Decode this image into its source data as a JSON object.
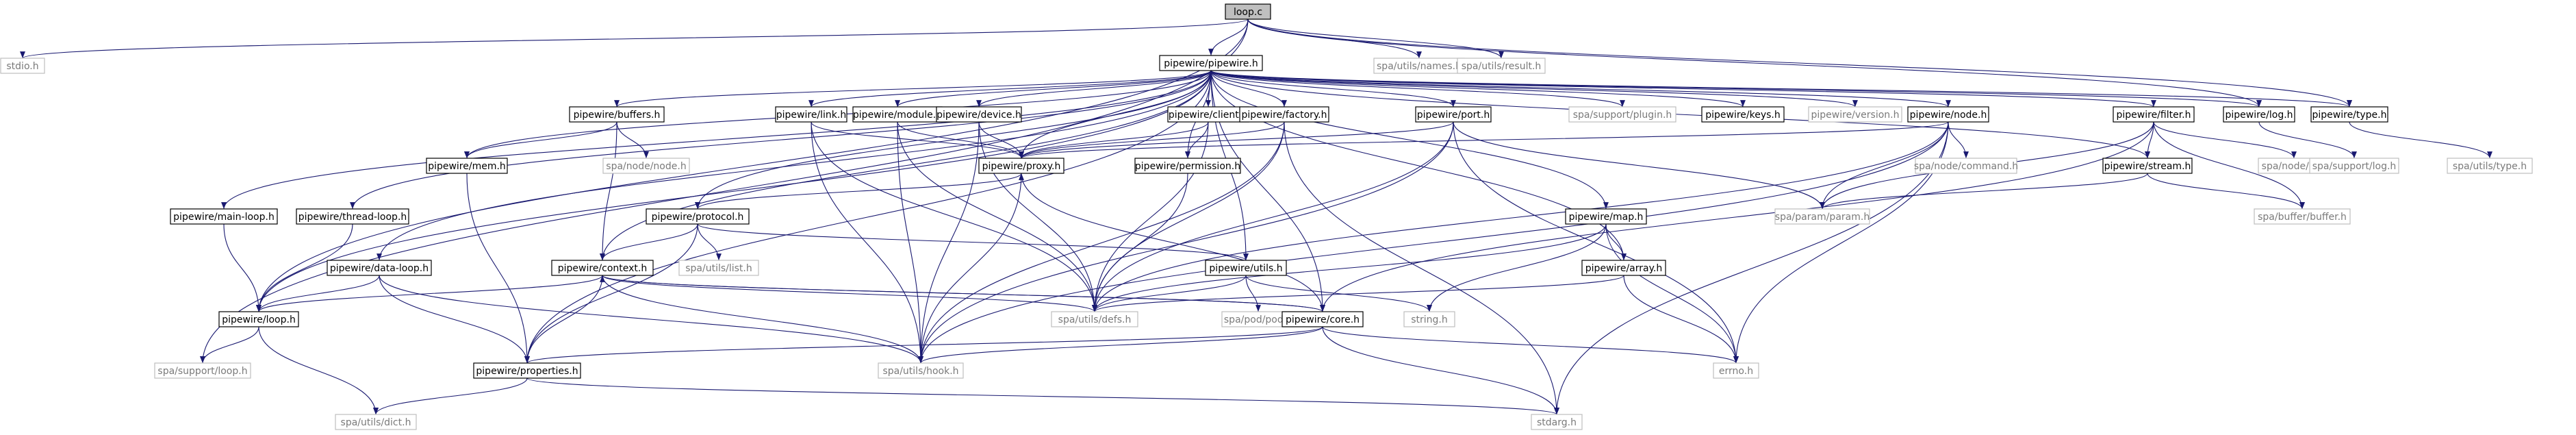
{
  "colors": {
    "edge": "#191970",
    "main_fill": "#bfbfbf",
    "node_border": "#000000",
    "external_border": "#bfbfbf",
    "external_text": "#7a7a7a"
  },
  "graph": {
    "nodes": [
      {
        "id": "loop_c",
        "label": "loop.c",
        "kind": "main"
      },
      {
        "id": "stdio_h",
        "label": "stdio.h",
        "kind": "external"
      },
      {
        "id": "spa_support_loop_h",
        "label": "spa/support/loop.h",
        "kind": "external"
      },
      {
        "id": "pipewire_loop_h",
        "label": "pipewire/loop.h",
        "kind": "local"
      },
      {
        "id": "pipewire_pipewire_h",
        "label": "pipewire/pipewire.h",
        "kind": "local"
      },
      {
        "id": "spa_utils_names_h",
        "label": "spa/utils/names.h",
        "kind": "external"
      },
      {
        "id": "spa_utils_result_h",
        "label": "spa/utils/result.h",
        "kind": "external"
      },
      {
        "id": "pipewire_buffers_h",
        "label": "pipewire/buffers.h",
        "kind": "local"
      },
      {
        "id": "pipewire_link_h",
        "label": "pipewire/link.h",
        "kind": "local"
      },
      {
        "id": "pipewire_module_h",
        "label": "pipewire/module.h",
        "kind": "local"
      },
      {
        "id": "pipewire_device_h",
        "label": "pipewire/device.h",
        "kind": "local"
      },
      {
        "id": "pipewire_client_h",
        "label": "pipewire/client.h",
        "kind": "local"
      },
      {
        "id": "pipewire_factory_h",
        "label": "pipewire/factory.h",
        "kind": "local"
      },
      {
        "id": "pipewire_port_h",
        "label": "pipewire/port.h",
        "kind": "local"
      },
      {
        "id": "spa_support_plugin_h",
        "label": "spa/support/plugin.h",
        "kind": "external"
      },
      {
        "id": "pipewire_keys_h",
        "label": "pipewire/keys.h",
        "kind": "local"
      },
      {
        "id": "pipewire_version_h",
        "label": "pipewire/version.h",
        "kind": "external"
      },
      {
        "id": "pipewire_node_h",
        "label": "pipewire/node.h",
        "kind": "local"
      },
      {
        "id": "pipewire_filter_h",
        "label": "pipewire/filter.h",
        "kind": "local"
      },
      {
        "id": "pipewire_log_h",
        "label": "pipewire/log.h",
        "kind": "local"
      },
      {
        "id": "pipewire_type_h",
        "label": "pipewire/type.h",
        "kind": "local"
      },
      {
        "id": "pipewire_mem_h",
        "label": "pipewire/mem.h",
        "kind": "local"
      },
      {
        "id": "spa_node_node_h",
        "label": "spa/node/node.h",
        "kind": "external"
      },
      {
        "id": "pipewire_proxy_h",
        "label": "pipewire/proxy.h",
        "kind": "local"
      },
      {
        "id": "pipewire_permission_h",
        "label": "pipewire/permission.h",
        "kind": "local"
      },
      {
        "id": "spa_node_command_h",
        "label": "spa/node/command.h",
        "kind": "external"
      },
      {
        "id": "pipewire_stream_h",
        "label": "pipewire/stream.h",
        "kind": "local"
      },
      {
        "id": "spa_node_io_h",
        "label": "spa/node/io.h",
        "kind": "external"
      },
      {
        "id": "spa_support_log_h",
        "label": "spa/support/log.h",
        "kind": "external"
      },
      {
        "id": "spa_utils_type_h",
        "label": "spa/utils/type.h",
        "kind": "external"
      },
      {
        "id": "pipewire_main_loop_h",
        "label": "pipewire/main-loop.h",
        "kind": "local"
      },
      {
        "id": "pipewire_thread_loop_h",
        "label": "pipewire/thread-loop.h",
        "kind": "local"
      },
      {
        "id": "pipewire_protocol_h",
        "label": "pipewire/protocol.h",
        "kind": "local"
      },
      {
        "id": "pipewire_map_h",
        "label": "pipewire/map.h",
        "kind": "local"
      },
      {
        "id": "spa_param_param_h",
        "label": "spa/param/param.h",
        "kind": "external"
      },
      {
        "id": "spa_buffer_buffer_h",
        "label": "spa/buffer/buffer.h",
        "kind": "external"
      },
      {
        "id": "pipewire_data_loop_h",
        "label": "pipewire/data-loop.h",
        "kind": "local"
      },
      {
        "id": "pipewire_context_h",
        "label": "pipewire/context.h",
        "kind": "local"
      },
      {
        "id": "spa_utils_list_h",
        "label": "spa/utils/list.h",
        "kind": "external"
      },
      {
        "id": "pipewire_utils_h",
        "label": "pipewire/utils.h",
        "kind": "local"
      },
      {
        "id": "pipewire_array_h",
        "label": "pipewire/array.h",
        "kind": "local"
      },
      {
        "id": "spa_utils_defs_h",
        "label": "spa/utils/defs.h",
        "kind": "external"
      },
      {
        "id": "spa_pod_pod_h",
        "label": "spa/pod/pod.h",
        "kind": "external"
      },
      {
        "id": "string_h",
        "label": "string.h",
        "kind": "external"
      },
      {
        "id": "pipewire_core_h",
        "label": "pipewire/core.h",
        "kind": "local"
      },
      {
        "id": "errno_h",
        "label": "errno.h",
        "kind": "external"
      },
      {
        "id": "pipewire_properties_h",
        "label": "pipewire/properties.h",
        "kind": "local"
      },
      {
        "id": "spa_utils_hook_h",
        "label": "spa/utils/hook.h",
        "kind": "external"
      },
      {
        "id": "spa_utils_dict_h",
        "label": "spa/utils/dict.h",
        "kind": "external"
      },
      {
        "id": "stdarg_h",
        "label": "stdarg.h",
        "kind": "external"
      }
    ],
    "edges": [
      [
        "loop_c",
        "stdio_h"
      ],
      [
        "loop_c",
        "spa_support_loop_h"
      ],
      [
        "loop_c",
        "pipewire_loop_h"
      ],
      [
        "loop_c",
        "pipewire_pipewire_h"
      ],
      [
        "loop_c",
        "spa_utils_names_h"
      ],
      [
        "loop_c",
        "spa_utils_result_h"
      ],
      [
        "loop_c",
        "pipewire_log_h"
      ],
      [
        "loop_c",
        "pipewire_type_h"
      ],
      [
        "pipewire_pipewire_h",
        "pipewire_loop_h"
      ],
      [
        "pipewire_pipewire_h",
        "pipewire_buffers_h"
      ],
      [
        "pipewire_pipewire_h",
        "pipewire_link_h"
      ],
      [
        "pipewire_pipewire_h",
        "pipewire_module_h"
      ],
      [
        "pipewire_pipewire_h",
        "pipewire_device_h"
      ],
      [
        "pipewire_pipewire_h",
        "pipewire_client_h"
      ],
      [
        "pipewire_pipewire_h",
        "pipewire_factory_h"
      ],
      [
        "pipewire_pipewire_h",
        "pipewire_port_h"
      ],
      [
        "pipewire_pipewire_h",
        "spa_support_plugin_h"
      ],
      [
        "pipewire_pipewire_h",
        "pipewire_keys_h"
      ],
      [
        "pipewire_pipewire_h",
        "pipewire_version_h"
      ],
      [
        "pipewire_pipewire_h",
        "pipewire_node_h"
      ],
      [
        "pipewire_pipewire_h",
        "pipewire_filter_h"
      ],
      [
        "pipewire_pipewire_h",
        "pipewire_log_h"
      ],
      [
        "pipewire_pipewire_h",
        "pipewire_type_h"
      ],
      [
        "pipewire_pipewire_h",
        "pipewire_mem_h"
      ],
      [
        "pipewire_pipewire_h",
        "pipewire_proxy_h"
      ],
      [
        "pipewire_pipewire_h",
        "pipewire_permission_h"
      ],
      [
        "pipewire_pipewire_h",
        "pipewire_stream_h"
      ],
      [
        "pipewire_pipewire_h",
        "pipewire_main_loop_h"
      ],
      [
        "pipewire_pipewire_h",
        "pipewire_thread_loop_h"
      ],
      [
        "pipewire_pipewire_h",
        "pipewire_protocol_h"
      ],
      [
        "pipewire_pipewire_h",
        "pipewire_map_h"
      ],
      [
        "pipewire_pipewire_h",
        "pipewire_data_loop_h"
      ],
      [
        "pipewire_pipewire_h",
        "pipewire_context_h"
      ],
      [
        "pipewire_pipewire_h",
        "pipewire_utils_h"
      ],
      [
        "pipewire_pipewire_h",
        "pipewire_array_h"
      ],
      [
        "pipewire_pipewire_h",
        "pipewire_core_h"
      ],
      [
        "pipewire_pipewire_h",
        "pipewire_properties_h"
      ],
      [
        "pipewire_loop_h",
        "spa_support_loop_h"
      ],
      [
        "pipewire_loop_h",
        "spa_utils_dict_h"
      ],
      [
        "pipewire_buffers_h",
        "pipewire_mem_h"
      ],
      [
        "pipewire_buffers_h",
        "spa_node_node_h"
      ],
      [
        "pipewire_buffers_h",
        "pipewire_context_h"
      ],
      [
        "pipewire_mem_h",
        "pipewire_properties_h"
      ],
      [
        "pipewire_link_h",
        "pipewire_proxy_h"
      ],
      [
        "pipewire_link_h",
        "spa_utils_defs_h"
      ],
      [
        "pipewire_link_h",
        "spa_utils_hook_h"
      ],
      [
        "pipewire_module_h",
        "pipewire_proxy_h"
      ],
      [
        "pipewire_module_h",
        "spa_utils_defs_h"
      ],
      [
        "pipewire_module_h",
        "spa_utils_hook_h"
      ],
      [
        "pipewire_device_h",
        "pipewire_proxy_h"
      ],
      [
        "pipewire_device_h",
        "spa_utils_defs_h"
      ],
      [
        "pipewire_device_h",
        "spa_utils_hook_h"
      ],
      [
        "pipewire_client_h",
        "pipewire_proxy_h"
      ],
      [
        "pipewire_client_h",
        "pipewire_permission_h"
      ],
      [
        "pipewire_client_h",
        "spa_utils_defs_h"
      ],
      [
        "pipewire_factory_h",
        "pipewire_proxy_h"
      ],
      [
        "pipewire_factory_h",
        "spa_utils_defs_h"
      ],
      [
        "pipewire_factory_h",
        "spa_utils_hook_h"
      ],
      [
        "pipewire_factory_h",
        "stdarg_h"
      ],
      [
        "pipewire_port_h",
        "pipewire_proxy_h"
      ],
      [
        "pipewire_port_h",
        "spa_param_param_h"
      ],
      [
        "pipewire_port_h",
        "spa_utils_defs_h"
      ],
      [
        "pipewire_port_h",
        "spa_utils_hook_h"
      ],
      [
        "pipewire_port_h",
        "errno_h"
      ],
      [
        "pipewire_node_h",
        "pipewire_proxy_h"
      ],
      [
        "pipewire_node_h",
        "spa_node_command_h"
      ],
      [
        "pipewire_node_h",
        "spa_param_param_h"
      ],
      [
        "pipewire_node_h",
        "spa_utils_defs_h"
      ],
      [
        "pipewire_node_h",
        "spa_utils_hook_h"
      ],
      [
        "pipewire_node_h",
        "errno_h"
      ],
      [
        "pipewire_node_h",
        "stdarg_h"
      ],
      [
        "pipewire_filter_h",
        "pipewire_stream_h"
      ],
      [
        "pipewire_filter_h",
        "spa_node_io_h"
      ],
      [
        "pipewire_filter_h",
        "spa_param_param_h"
      ],
      [
        "pipewire_filter_h",
        "spa_buffer_buffer_h"
      ],
      [
        "pipewire_filter_h",
        "pipewire_core_h"
      ],
      [
        "pipewire_stream_h",
        "spa_param_param_h"
      ],
      [
        "pipewire_stream_h",
        "spa_buffer_buffer_h"
      ],
      [
        "pipewire_log_h",
        "spa_support_log_h"
      ],
      [
        "pipewire_type_h",
        "spa_utils_type_h"
      ],
      [
        "pipewire_proxy_h",
        "pipewire_protocol_h"
      ],
      [
        "pipewire_proxy_h",
        "spa_utils_hook_h"
      ],
      [
        "pipewire_permission_h",
        "spa_utils_defs_h"
      ],
      [
        "pipewire_main_loop_h",
        "pipewire_loop_h"
      ],
      [
        "pipewire_thread_loop_h",
        "pipewire_loop_h"
      ],
      [
        "pipewire_protocol_h",
        "spa_utils_list_h"
      ],
      [
        "pipewire_protocol_h",
        "pipewire_context_h"
      ],
      [
        "pipewire_protocol_h",
        "pipewire_properties_h"
      ],
      [
        "pipewire_protocol_h",
        "pipewire_utils_h"
      ],
      [
        "pipewire_map_h",
        "pipewire_array_h"
      ],
      [
        "pipewire_map_h",
        "spa_utils_defs_h"
      ],
      [
        "pipewire_map_h",
        "string_h"
      ],
      [
        "pipewire_map_h",
        "errno_h"
      ],
      [
        "pipewire_array_h",
        "spa_utils_defs_h"
      ],
      [
        "pipewire_array_h",
        "errno_h"
      ],
      [
        "pipewire_data_loop_h",
        "pipewire_loop_h"
      ],
      [
        "pipewire_data_loop_h",
        "pipewire_properties_h"
      ],
      [
        "pipewire_data_loop_h",
        "spa_utils_hook_h"
      ],
      [
        "pipewire_context_h",
        "pipewire_loop_h"
      ],
      [
        "pipewire_context_h",
        "pipewire_core_h"
      ],
      [
        "pipewire_context_h",
        "pipewire_properties_h"
      ],
      [
        "pipewire_context_h",
        "spa_utils_defs_h"
      ],
      [
        "pipewire_context_h",
        "spa_utils_hook_h"
      ],
      [
        "pipewire_utils_h",
        "spa_utils_defs_h"
      ],
      [
        "pipewire_utils_h",
        "spa_pod_pod_h"
      ],
      [
        "pipewire_utils_h",
        "string_h"
      ],
      [
        "pipewire_core_h",
        "pipewire_proxy_h"
      ],
      [
        "pipewire_core_h",
        "pipewire_context_h"
      ],
      [
        "pipewire_core_h",
        "pipewire_properties_h"
      ],
      [
        "pipewire_core_h",
        "spa_utils_hook_h"
      ],
      [
        "pipewire_core_h",
        "errno_h"
      ],
      [
        "pipewire_core_h",
        "stdarg_h"
      ],
      [
        "pipewire_properties_h",
        "spa_utils_dict_h"
      ],
      [
        "pipewire_properties_h",
        "stdarg_h"
      ]
    ]
  }
}
